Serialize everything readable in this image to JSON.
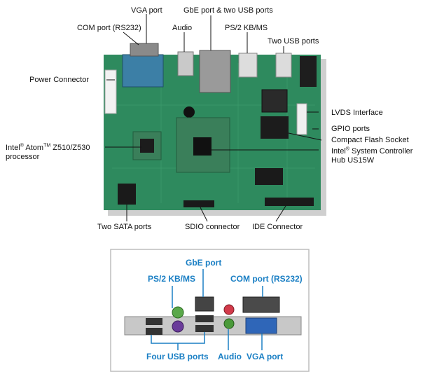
{
  "top_labels": {
    "vga_port": "VGA port",
    "gbe_usb": "GbE port & two USB ports",
    "com_port": "COM port (RS232)",
    "audio": "Audio",
    "ps2": "PS/2 KB/MS",
    "two_usb": "Two USB ports",
    "power": "Power Connector",
    "lvds": "LVDS Interface",
    "gpio": "GPIO ports",
    "cf_socket": "Compact Flash Socket",
    "intel_atom_a": "Intel",
    "intel_atom_b": " Atom",
    "intel_atom_c": " Z510/Z530",
    "intel_atom_d": "processor",
    "sch_a": "Intel",
    "sch_b": " System Controller",
    "sch_c": "Hub US15W",
    "sata": "Two SATA ports",
    "sdio": "SDIO connector",
    "ide": "IDE Connector",
    "reg": "®",
    "tm": "TM"
  },
  "bottom_labels": {
    "gbe": "GbE port",
    "ps2": "PS/2 KB/MS",
    "com": "COM port (RS232)",
    "usb4": "Four USB ports",
    "audio": "Audio",
    "vga": "VGA port"
  },
  "colors": {
    "pcb": "#2e8a5e",
    "pcb_dark": "#1f6b45",
    "accent_blue": "#1a7fc4",
    "chip": "#1c1c1c",
    "port_blue": "#3c7fa6"
  }
}
